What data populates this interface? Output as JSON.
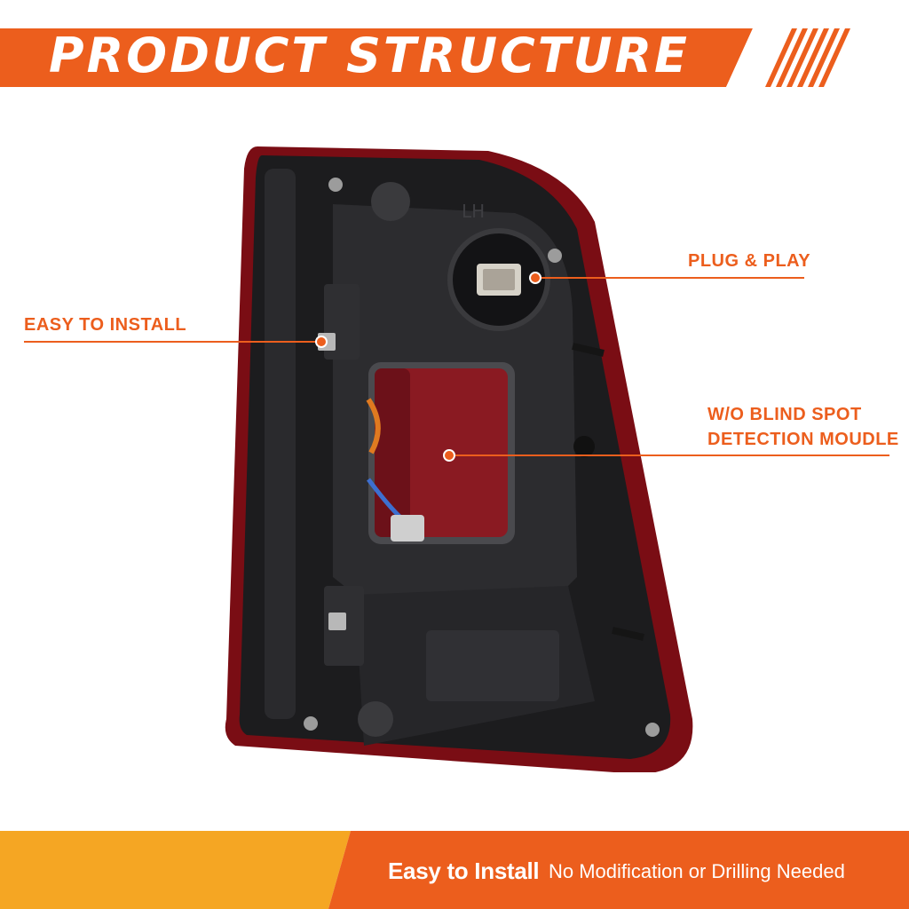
{
  "header": {
    "title": "PRODUCT STRUCTURE",
    "accent_color": "#ec5e1d"
  },
  "product": {
    "icon": "tail-light-rear-housing-icon",
    "side_marking": "LH"
  },
  "callouts": [
    {
      "id": "plug-play",
      "label": "PLUG & PLAY"
    },
    {
      "id": "easy-install",
      "label": "EASY TO INSTALL"
    },
    {
      "id": "blind-spot",
      "label_line1": "W/O BLIND SPOT",
      "label_line2": "DETECTION MOUDLE"
    }
  ],
  "footer": {
    "strong_text": "Easy to Install",
    "text": "No Modification or Drilling Needed",
    "accent_color": "#f5a623"
  }
}
